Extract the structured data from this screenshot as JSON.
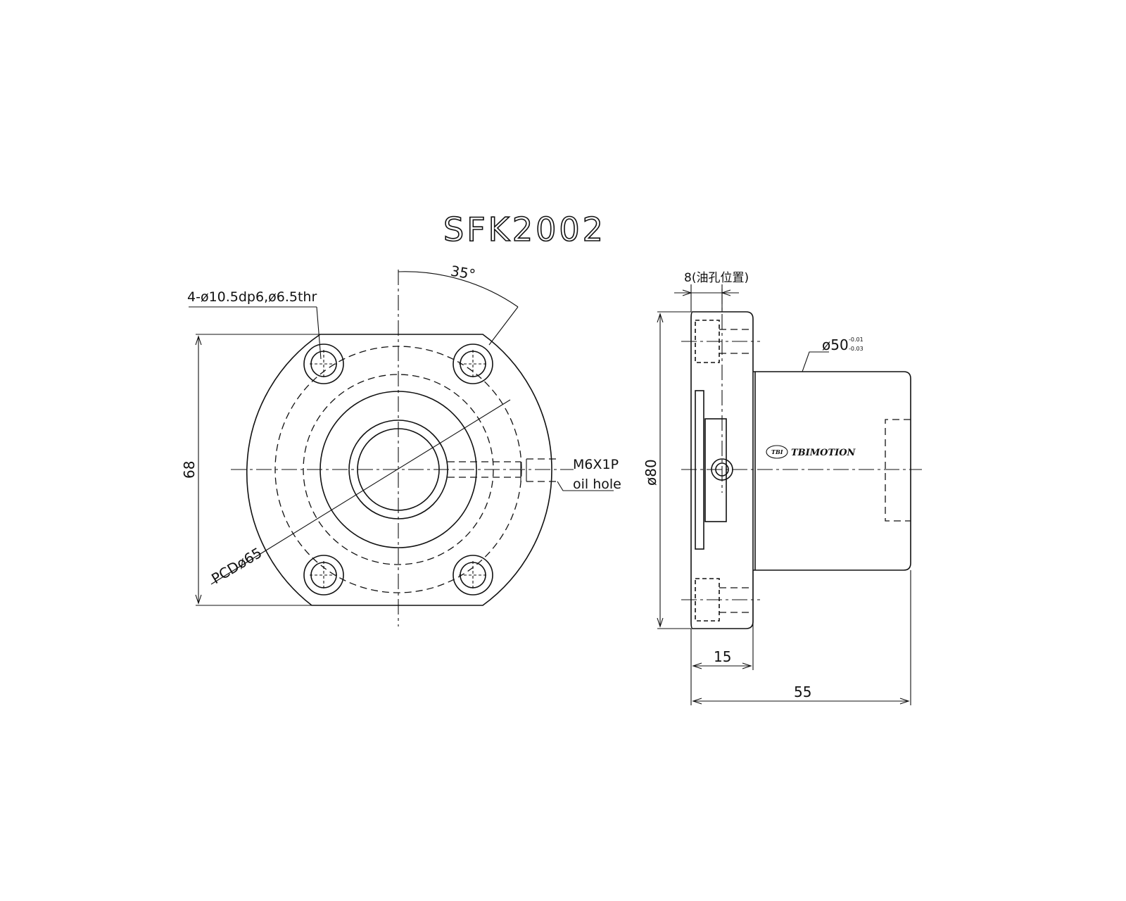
{
  "title": "SFK2002",
  "front_view": {
    "hole_callout": "4-ø10.5dp6,ø6.5thr",
    "angle_label": "35°",
    "height_label": "68",
    "pcd_label": "PCDø65",
    "oil_thread_label": "M6X1P",
    "oil_hole_label": "oil hole"
  },
  "side_view": {
    "oil_position_label": "8(油孔位置)",
    "flange_dia_label": "ø80",
    "spigot_dia_label": "ø50",
    "spigot_tol_upper": "-0.01",
    "spigot_tol_lower": "-0.03",
    "flange_thickness_label": "15",
    "total_length_label": "55",
    "brand_badge": "TBI",
    "brand_name": "TBIMOTION"
  }
}
